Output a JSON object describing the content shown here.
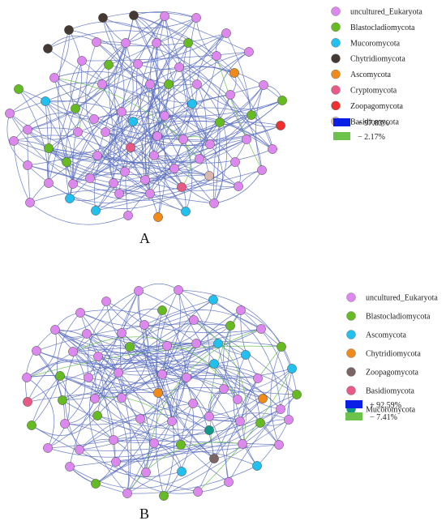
{
  "panels": [
    {
      "id": "A",
      "label": "A",
      "legend": [
        {
          "name": "uncultured_Eukaryota",
          "color": "#dd88ee"
        },
        {
          "name": "Blastocladiomycota",
          "color": "#66bb22"
        },
        {
          "name": "Mucoromycota",
          "color": "#22c0ee"
        },
        {
          "name": "Chytridiomycota",
          "color": "#443a33"
        },
        {
          "name": "Ascomycota",
          "color": "#f08a1a"
        },
        {
          "name": "Cryptomycota",
          "color": "#e85a86"
        },
        {
          "name": "Zoopagomycota",
          "color": "#ee3030"
        },
        {
          "name": "Basidiomycota",
          "color": "#d8b8b0"
        }
      ],
      "correlation_legend": [
        {
          "text": "+ 97.83%",
          "color": "#0a1ee8"
        },
        {
          "text": "− 2.17%",
          "color": "#6cc24a"
        }
      ]
    },
    {
      "id": "B",
      "label": "B",
      "legend": [
        {
          "name": "uncultured_Eukaryota",
          "color": "#dd88ee"
        },
        {
          "name": "Blastocladiomycota",
          "color": "#66bb22"
        },
        {
          "name": "Ascomycota",
          "color": "#22c0ee"
        },
        {
          "name": "Chytridiomycota",
          "color": "#f08a1a"
        },
        {
          "name": "Zoopagomycota",
          "color": "#7a6464"
        },
        {
          "name": "Basidiomycota",
          "color": "#e85a86"
        },
        {
          "name": "Mucoromycota",
          "color": "#119988"
        }
      ],
      "correlation_legend": [
        {
          "text": "+ 92.59%",
          "color": "#0a1ee8"
        },
        {
          "text": "− 7.41%",
          "color": "#6cc24a"
        }
      ]
    }
  ]
}
